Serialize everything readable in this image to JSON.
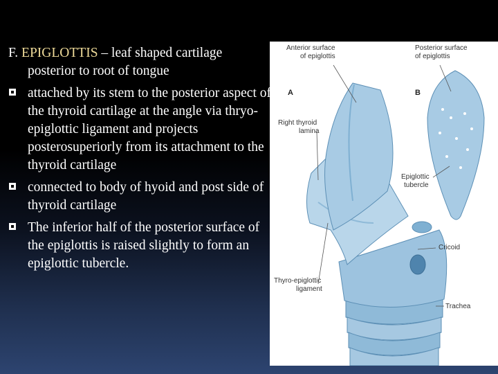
{
  "heading": {
    "prefix": "F. ",
    "term": "EPIGLOTTIS",
    "rest": " – leaf shaped cartilage posterior to root of tongue"
  },
  "bullets": [
    " attached by its stem to the posterior aspect of the thyroid cartilage at the angle via thryo-epiglottic ligament and projects posterosuperiorly from its attachment to the thyroid cartilage",
    "connected to body of hyoid and post side of thyroid  cartilage",
    "The inferior half of the posterior surface of the epiglottis is raised slightly to form an epiglottic tubercle."
  ],
  "figure": {
    "panel_a": "A",
    "panel_b": "B",
    "labels": {
      "anterior_surface": [
        "Anterior surface",
        "of epiglottis"
      ],
      "posterior_surface": [
        "Posterior surface",
        "of epiglottis"
      ],
      "right_thyroid_lamina": [
        "Right thyroid",
        "lamina"
      ],
      "epiglottic_tubercle": [
        "Epiglottic",
        "tubercle"
      ],
      "cricoid": [
        "Cricoid"
      ],
      "thyro_epiglottic_ligament": [
        "Thyro-epiglottic",
        "ligament"
      ],
      "trachea": [
        "Trachea"
      ]
    }
  },
  "colors": {
    "cartilage_light": "#b9d6ea",
    "cartilage_mid": "#8fbad8",
    "cartilage_dark": "#5c8fb5",
    "heading_term": "#f0dc9a"
  }
}
